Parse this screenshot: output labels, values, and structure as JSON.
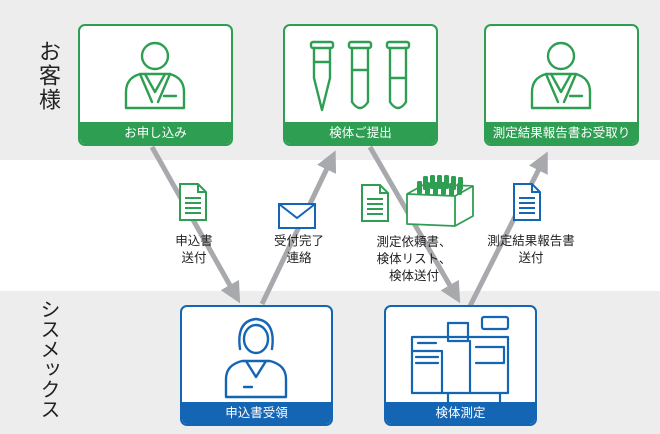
{
  "lanes": {
    "customer": "お客様",
    "sysmex": "シスメックス"
  },
  "cards": {
    "apply": "お申し込み",
    "sample_submit": "検体ご提出",
    "report_receive": "測定結果報告書お受取り",
    "application_receipt": "申込書受領",
    "sample_measure": "検体測定"
  },
  "flows": {
    "application_send": [
      "申込書",
      "送付"
    ],
    "receipt_notice": [
      "受付完了",
      "連絡"
    ],
    "sample_send": [
      "測定依頼書、",
      "検体リスト、",
      "検体送付"
    ],
    "report_send": [
      "測定結果報告書",
      "送付"
    ]
  },
  "colors": {
    "customer_green": "#2e9e52",
    "sysmex_blue": "#1565b5",
    "lane_gray": "#ededee",
    "arrow_gray": "#a7a9ac"
  }
}
